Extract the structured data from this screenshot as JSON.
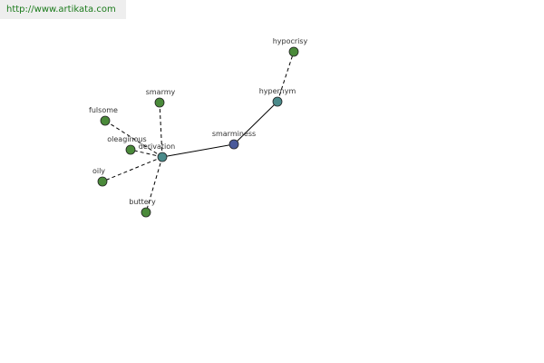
{
  "header": {
    "url": "http://www.artikata.com",
    "url_color": "#1a7a1a"
  },
  "graph": {
    "nodes": [
      {
        "id": "smarminess",
        "label": "smarminess",
        "color": "#4a5a9a"
      },
      {
        "id": "hypernym",
        "label": "hypernym",
        "color": "#4a8a8a"
      },
      {
        "id": "hypocrisy",
        "label": "hypocrisy",
        "color": "#4a8a3a"
      },
      {
        "id": "derivation",
        "label": "derivation",
        "color": "#4a8a8a"
      },
      {
        "id": "smarmy",
        "label": "smarmy",
        "color": "#4a8a3a"
      },
      {
        "id": "fulsome",
        "label": "fulsome",
        "color": "#4a8a3a"
      },
      {
        "id": "oleaginous",
        "label": "oleaginous",
        "color": "#4a8a3a"
      },
      {
        "id": "oily",
        "label": "oily",
        "color": "#4a8a3a"
      },
      {
        "id": "buttery",
        "label": "buttery",
        "color": "#4a8a3a"
      }
    ],
    "edges": [
      {
        "from": "smarminess",
        "to": "hypernym",
        "style": "solid"
      },
      {
        "from": "hypernym",
        "to": "hypocrisy",
        "style": "dashed"
      },
      {
        "from": "smarminess",
        "to": "derivation",
        "style": "solid"
      },
      {
        "from": "derivation",
        "to": "smarmy",
        "style": "dashed"
      },
      {
        "from": "derivation",
        "to": "fulsome",
        "style": "dashed"
      },
      {
        "from": "derivation",
        "to": "oleaginous",
        "style": "dashed"
      },
      {
        "from": "derivation",
        "to": "oily",
        "style": "dashed"
      },
      {
        "from": "derivation",
        "to": "buttery",
        "style": "dashed"
      }
    ]
  }
}
